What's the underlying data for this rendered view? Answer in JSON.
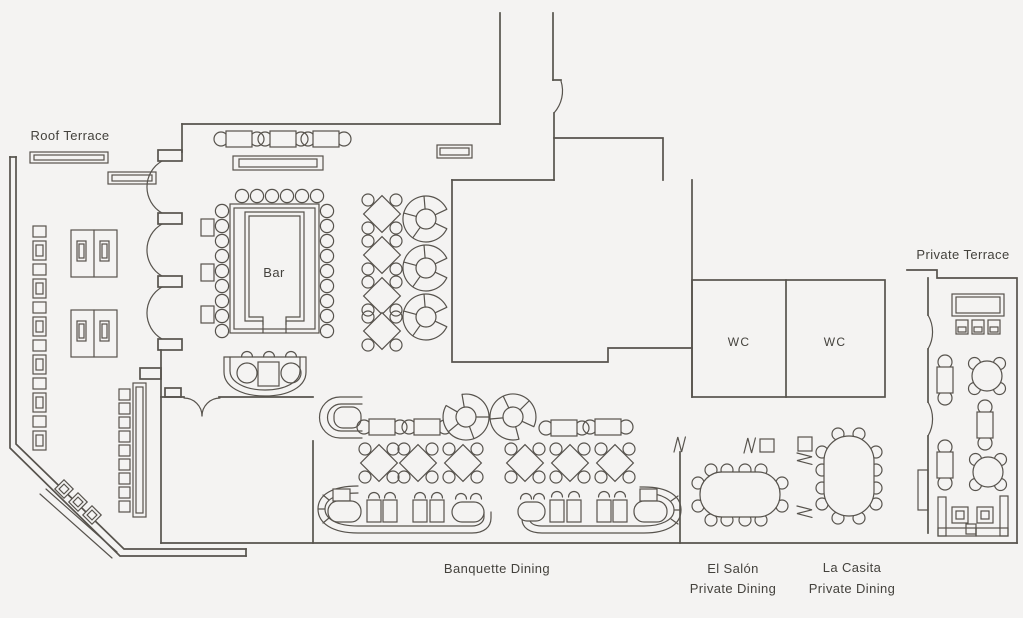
{
  "colors": {
    "background": "#f4f3f2",
    "line": "#57534d",
    "text": "#44423d"
  },
  "plan": {
    "roof_terrace_label": "Roof Terrace",
    "bar_label": "Bar",
    "wc_left_label": "WC",
    "wc_right_label": "WC",
    "private_terrace_label": "Private Terrace",
    "banquette_label": "Banquette Dining",
    "el_salon_label_1": "El Salón",
    "el_salon_label_2": "Private Dining",
    "la_casita_label_1": "La Casita",
    "la_casita_label_2": "Private Dining"
  }
}
